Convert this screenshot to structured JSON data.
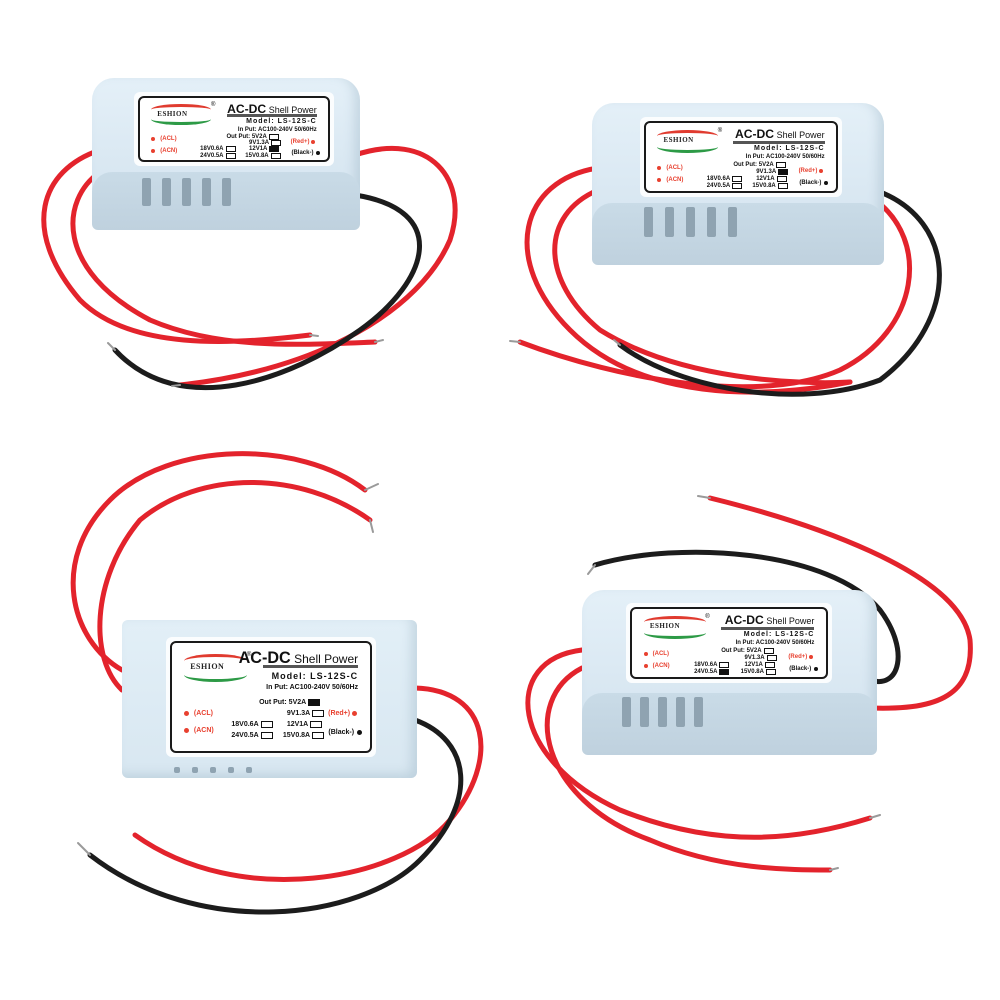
{
  "scene": {
    "description": "Product photo of four AC-DC shell power supply modules with red and black lead wires on white background",
    "background_color": "#ffffff",
    "shell_color": "#d6e6f1",
    "wire_red": "#e3232c",
    "wire_black": "#1c1c1c"
  },
  "label": {
    "brand": "ESHION",
    "registered": "®",
    "title_main": "AC-DC",
    "title_sub": "Shell Power",
    "model": "Model:  LS-12S-C",
    "input": "In Put:  AC100-240V  50/60Hz",
    "output_label": "Out Put:",
    "outputs": {
      "o5v": "5V2A",
      "o9v": "9V1.3A",
      "o12v": "12V1A",
      "o15v": "15V0.8A",
      "o18v": "18V0.6A",
      "o24v": "24V0.5A"
    },
    "acl": "(ACL)",
    "acn": "(ACN)",
    "red_plus": "(Red+)",
    "black_minus": "(Black-)"
  },
  "modules": [
    {
      "position": "top-left",
      "checked_output": "12V1A"
    },
    {
      "position": "top-right",
      "checked_output": "9V1.3A"
    },
    {
      "position": "bottom-left",
      "checked_output": "5V2A"
    },
    {
      "position": "bottom-right",
      "checked_output": "24V0.5A"
    }
  ]
}
